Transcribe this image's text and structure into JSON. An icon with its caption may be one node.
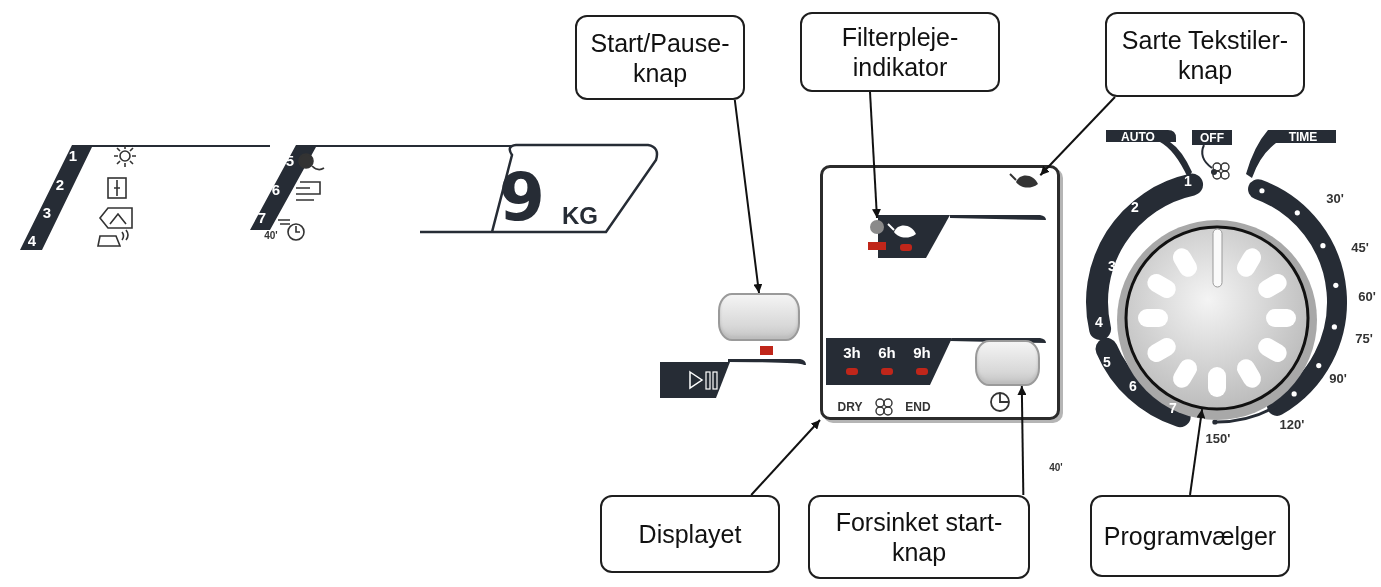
{
  "diagram": {
    "nodes": [
      {
        "text": [
          "Start/Pause- knap"
        ]
      },
      {
        "text": [
          "Filterpleje- indikator"
        ]
      },
      {
        "text": [
          "Sarte Tekstiler-knap"
        ]
      },
      {
        "text": [
          "Displayet"
        ]
      },
      {
        "text": [
          "Forsinket start- knap"
        ]
      },
      {
        "text": [
          "Programvælger"
        ]
      },
      {
        "text": [],
        "shape": "box"
      },
      {
        "text": [],
        "shape": "picture",
        "in": 9
      },
      {
        "text": [],
        "shape": "picture",
        "in": 9
      },
      {
        "text": [],
        "shape": "box"
      },
      {
        "text": [],
        "shape": "box",
        "in": 9
      },
      {
        "text": [],
        "shape": "circle"
      }
    ],
    "edges": [
      {
        "from": 0,
        "to": 6,
        "arrow": "to"
      },
      {
        "from": 1,
        "to": 7,
        "arrow": "to"
      },
      {
        "from": 2,
        "to": 8,
        "arrow": "to"
      },
      {
        "from": 3,
        "to": 9,
        "arrow": "to"
      },
      {
        "from": 4,
        "to": 10,
        "arrow": "to"
      },
      {
        "from": 5,
        "to": 11,
        "arrow": "to"
      }
    ],
    "labels": [
      "1",
      "2",
      "3",
      "4",
      "5",
      "6",
      "7",
      "40'",
      "9",
      "KG",
      "AUTO",
      "OFF",
      "TIME",
      "1",
      "2",
      "3",
      "4",
      "5",
      "6",
      "7",
      "30'",
      "45'",
      "60'",
      "75'",
      "90'",
      "120'",
      "150'",
      "3h",
      "6h",
      "9h",
      "DRY",
      "END",
      "40'"
    ]
  }
}
